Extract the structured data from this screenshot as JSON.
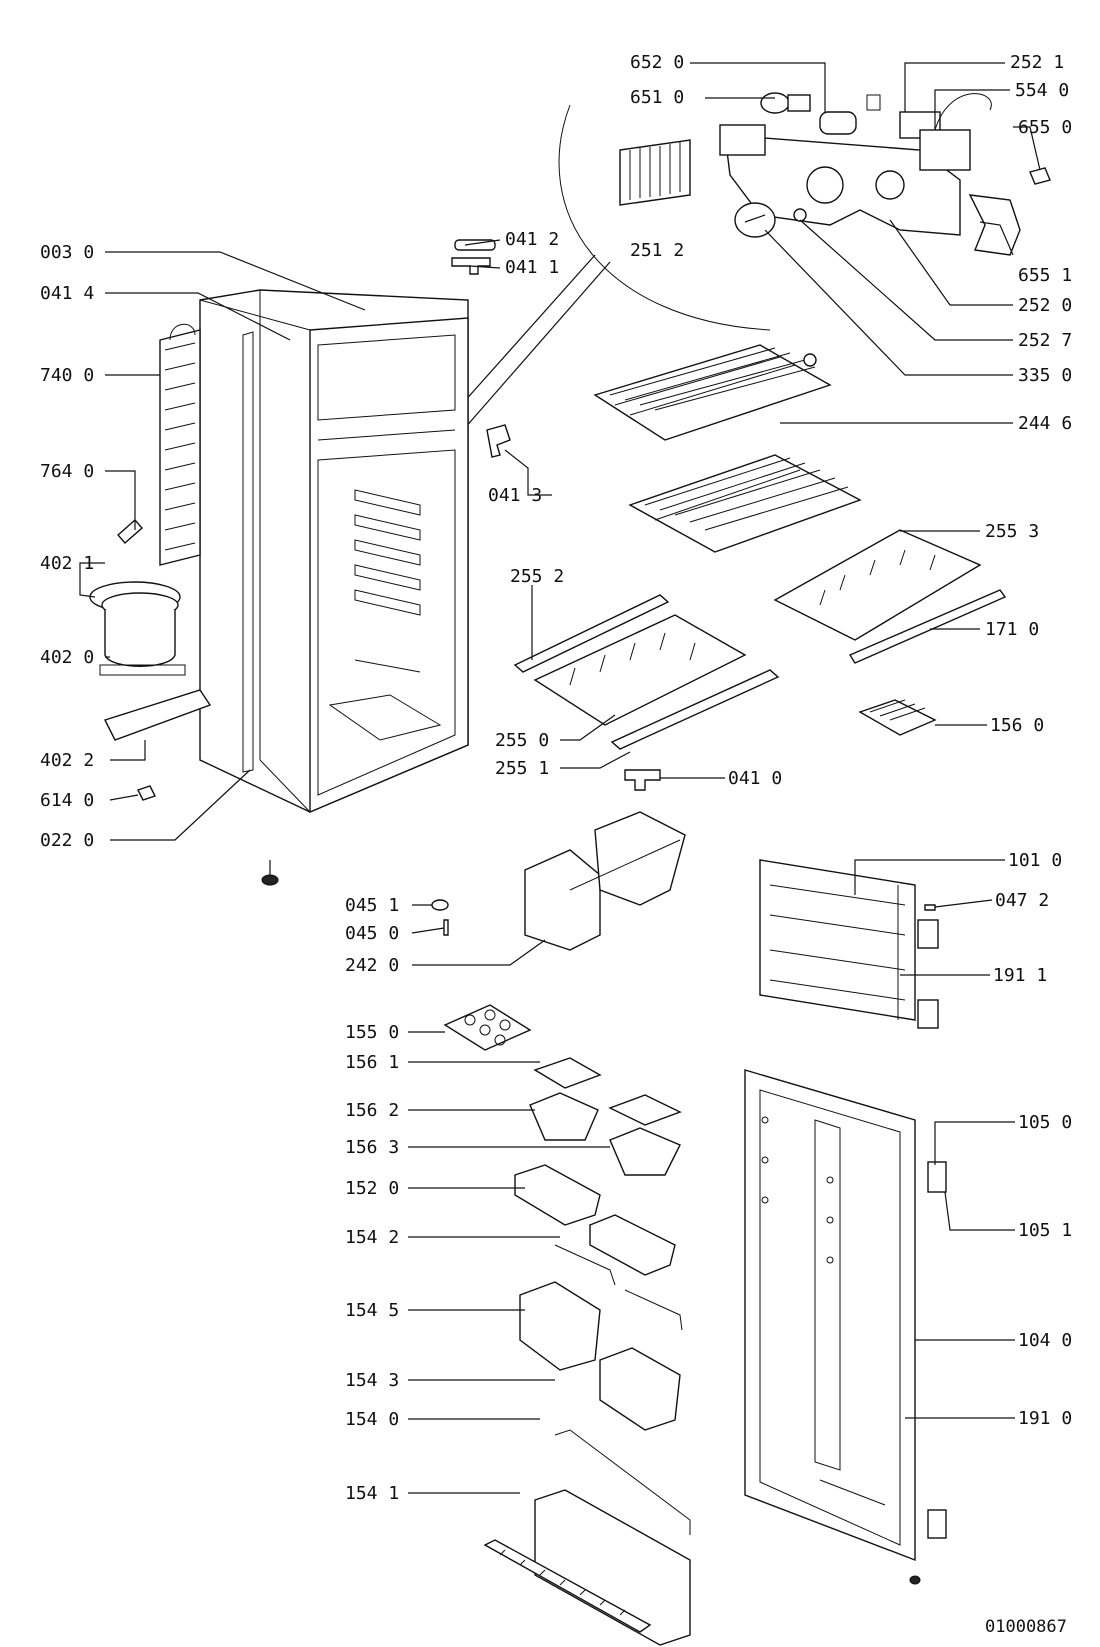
{
  "diagram": {
    "doc_id": "01000867",
    "labels": {
      "l6520": "652 0",
      "l6510": "651 0",
      "l2521": "252 1",
      "l5540": "554 0",
      "l6550": "655 0",
      "l6551": "655 1",
      "l2520": "252 0",
      "l2527": "252 7",
      "l3350": "335 0",
      "l2512": "251 2",
      "l0412": "041 2",
      "l0411": "041 1",
      "l0030": "003 0",
      "l0414": "041 4",
      "l7400": "740 0",
      "l7640": "764 0",
      "l4021": "402 1",
      "l4020": "402 0",
      "l4022": "402 2",
      "l6140": "614 0",
      "l0220": "022 0",
      "l0413": "041 3",
      "l2446": "244 6",
      "l2553": "255 3",
      "l2552": "255 2",
      "l1710": "171 0",
      "l2550": "255 0",
      "l2551": "255 1",
      "l1560": "156 0",
      "l0410": "041 0",
      "l1010": "101 0",
      "l0472": "047 2",
      "l0451": "045 1",
      "l0450": "045 0",
      "l2420": "242 0",
      "l1911": "191 1",
      "l1550": "155 0",
      "l1561": "156 1",
      "l1562": "156 2",
      "l1563": "156 3",
      "l1520": "152 0",
      "l1542": "154 2",
      "l1545": "154 5",
      "l1543": "154 3",
      "l1540": "154 0",
      "l1541": "154 1",
      "l1050": "105 0",
      "l1051": "105 1",
      "l1040": "104 0",
      "l1910": "191 0"
    }
  }
}
